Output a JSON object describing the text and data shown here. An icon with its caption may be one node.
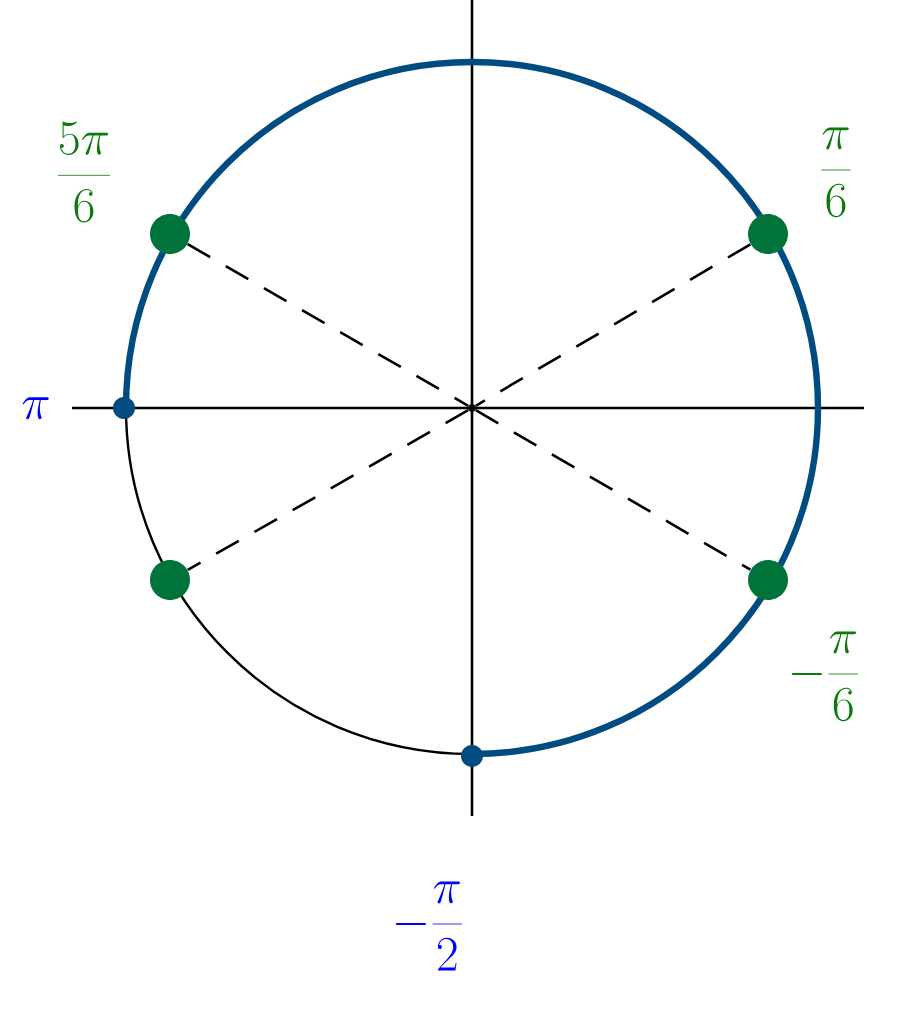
{
  "diagram": {
    "nodes": [
      {
        "text": [],
        "shape": "circle",
        "beside": [
          "\\frac{5\\pi}{6}"
        ]
      },
      {
        "text": [],
        "shape": "circle",
        "beside": [
          "\\frac{\\pi}{6}"
        ]
      },
      {
        "text": [],
        "shape": "circle",
        "beside": [
          "\\pi"
        ]
      },
      {
        "text": [],
        "shape": "circle"
      },
      {
        "text": [],
        "shape": "circle",
        "beside": [
          "-\\frac{\\pi}{6}"
        ]
      },
      {
        "text": [],
        "shape": "circle"
      },
      {
        "text": [],
        "shape": "point"
      }
    ],
    "labels": [
      "-\\frac{\\pi}{2}"
    ],
    "edges": [
      {
        "from": 0,
        "to": 6,
        "arrow": "none",
        "style": "dashed"
      },
      {
        "from": 6,
        "to": 4,
        "arrow": "none",
        "style": "dashed"
      },
      {
        "from": 1,
        "to": 6,
        "arrow": "none",
        "style": "dashed"
      },
      {
        "from": 6,
        "to": 3,
        "arrow": "none",
        "style": "dashed"
      }
    ]
  }
}
